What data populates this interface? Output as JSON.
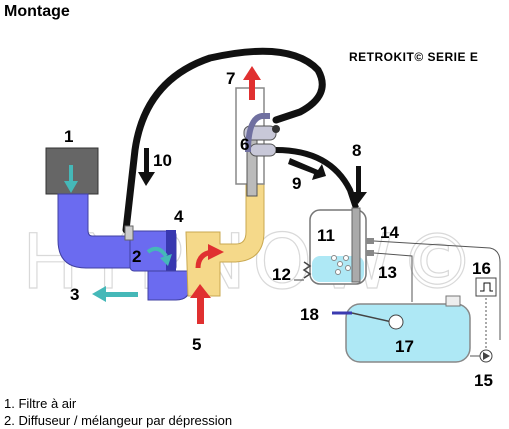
{
  "title": "Montage",
  "brand": "RETROKIT© SERIE E",
  "watermark": "HYPNOW©",
  "labels": [
    "1",
    "2",
    "3",
    "4",
    "5",
    "6",
    "7",
    "8",
    "9",
    "10",
    "11",
    "12",
    "13",
    "14",
    "15",
    "16",
    "17",
    "18"
  ],
  "legend": [
    "1. Filtre à air",
    "2. Diffuseur / mélangeur par dépression"
  ],
  "colors": {
    "filter": "#666666",
    "duct_blue": "#6b6bf0",
    "tube_yellow": "#f5d98a",
    "arrow_red": "#e03030",
    "arrow_teal": "#45b8b8",
    "pipe_black": "#111111",
    "water": "#aee8f5"
  }
}
